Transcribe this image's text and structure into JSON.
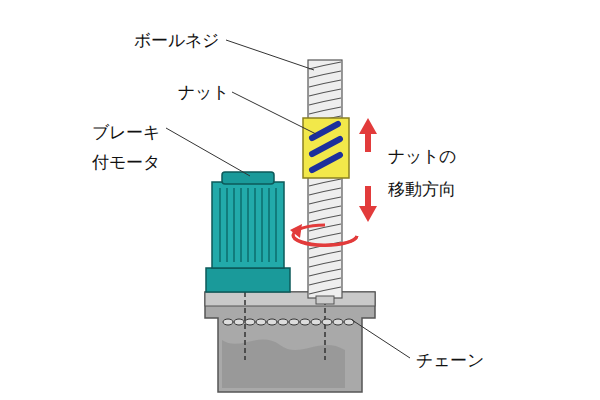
{
  "diagram": {
    "labels": [
      "ボールネジ",
      "ナット",
      "ブレーキ 付モータ",
      "ナットの 移動方向",
      "チェーン"
    ]
  }
}
